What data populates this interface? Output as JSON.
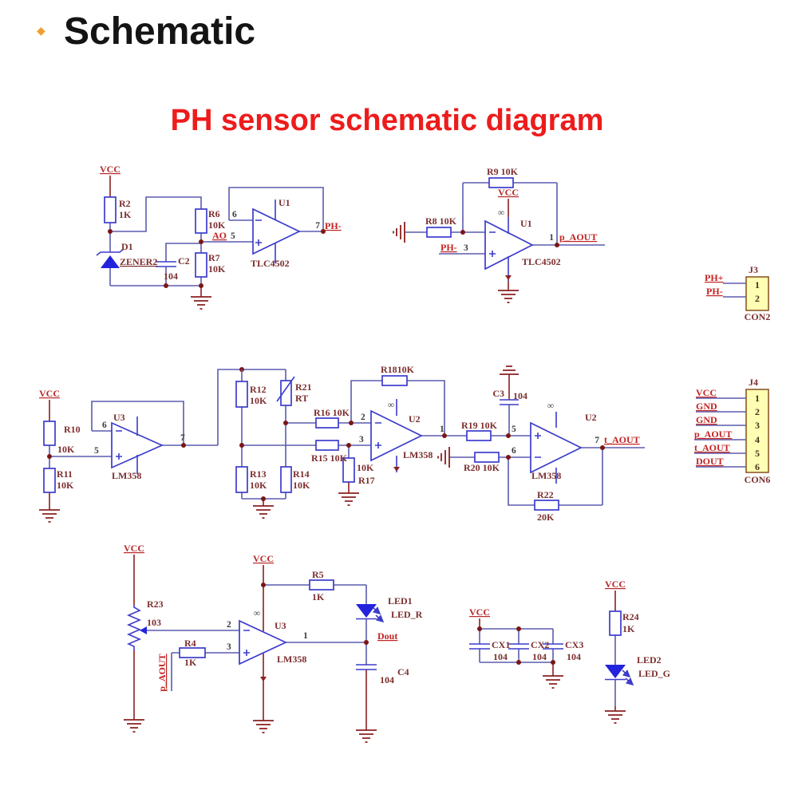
{
  "page": {
    "bullet": "◆",
    "title": "Schematic",
    "subtitle": "PH sensor schematic diagram"
  },
  "colors": {
    "accent_red": "#ed1c1c",
    "bullet_orange": "#f0a030",
    "wire_blue": "#5c5caf",
    "component_blue": "#3c3ccc",
    "power_red": "#8b2020",
    "net_red": "#c32222",
    "ref_maroon": "#7c2e2e",
    "connector_fill": "#ffffb3"
  },
  "b1": {
    "vcc": "VCC",
    "r2": "R2",
    "r2v": "1K",
    "d1": "D1",
    "d1t": "ZENER2",
    "c2": "C2",
    "c2v": "104",
    "r6": "R6",
    "r6v": "10K",
    "r7": "R7",
    "r7v": "10K",
    "net_ao": "AO",
    "pin5": "5",
    "pin6": "6",
    "u": "U1",
    "part": "TLC4502",
    "pin7": "7",
    "net_out": "PH-"
  },
  "b2": {
    "r9": "R9 10K",
    "vcc": "VCC",
    "inf": "∞",
    "r8": "R8 10K",
    "net_in": "PH-",
    "pin3": "3",
    "u": "U1",
    "part": "TLC4502",
    "pin1": "1",
    "net_out": "p_AOUT"
  },
  "j3": {
    "ref": "J3",
    "pin1": "1",
    "pin2": "2",
    "name": "CON2",
    "net1": "PH+",
    "net2": "PH-"
  },
  "b3": {
    "vcc": "VCC",
    "r10": "R10",
    "r10v": "10K",
    "r11": "R11",
    "r11v": "10K",
    "pin5": "5",
    "pin6": "6",
    "pin7": "7",
    "u": "U3",
    "part": "LM358"
  },
  "b4": {
    "r12": "R12",
    "r12v": "10K",
    "r21": "R21",
    "r21v": "RT",
    "r16": "R16 10K",
    "pin2": "2",
    "r15": "R15 10K",
    "pin3": "3",
    "r13": "R13",
    "r13v": "10K",
    "r14": "R14",
    "r14v": "10K",
    "r17v": "10K",
    "r17": "R17",
    "r18": "R1810K",
    "inf": "∞",
    "u": "U2",
    "part": "LM358",
    "pin1": "1"
  },
  "b5": {
    "r19": "R19 10K",
    "pin5": "5",
    "c3": "C3",
    "c3v": "104",
    "r20": "R20 10K",
    "pin6": "6",
    "inf": "∞",
    "u": "U2",
    "part": "LM358",
    "pin7": "7",
    "net_out": "t_AOUT",
    "r22": "R22",
    "r22v": "20K"
  },
  "j4": {
    "ref": "J4",
    "name": "CON6",
    "pins": [
      "1",
      "2",
      "3",
      "4",
      "5",
      "6"
    ],
    "nets": [
      "VCC",
      "GND",
      "GND",
      "p_AOUT",
      "t_AOUT",
      "DOUT"
    ]
  },
  "b6": {
    "vcc1": "VCC",
    "r23": "R23",
    "r23v": "103",
    "r4": "R4",
    "r4v": "1K",
    "net_in": "p_AOUT",
    "pin2": "2",
    "pin3": "3",
    "vcc2": "VCC",
    "inf": "∞",
    "u": "U3",
    "part": "LM358",
    "pin1": "1"
  },
  "b7": {
    "r5": "R5",
    "r5v": "1K",
    "led": "LED1",
    "led_net": "LED_R",
    "net_out": "Dout",
    "c4": "C4",
    "c4v": "104"
  },
  "b8": {
    "vcc": "VCC",
    "c1": "CX1",
    "c1v": "104",
    "c2": "CX2",
    "c2v": "104",
    "c3": "CX3",
    "c3v": "104"
  },
  "b9": {
    "vcc": "VCC",
    "r24": "R24",
    "r24v": "1K",
    "led": "LED2",
    "led_net": "LED_G"
  }
}
